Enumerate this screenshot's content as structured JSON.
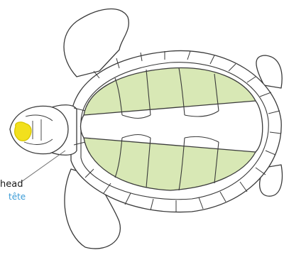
{
  "label": {
    "en": "head",
    "fr": "tête"
  },
  "colors": {
    "outline": "#3a3a3a",
    "shell_fill": "#d8e8b5",
    "scute_fill": "#ffffff",
    "head_spot": "#f2e01d",
    "label_fr": "#3a9bd6"
  },
  "icons": [
    "sea-turtle-diagram"
  ]
}
